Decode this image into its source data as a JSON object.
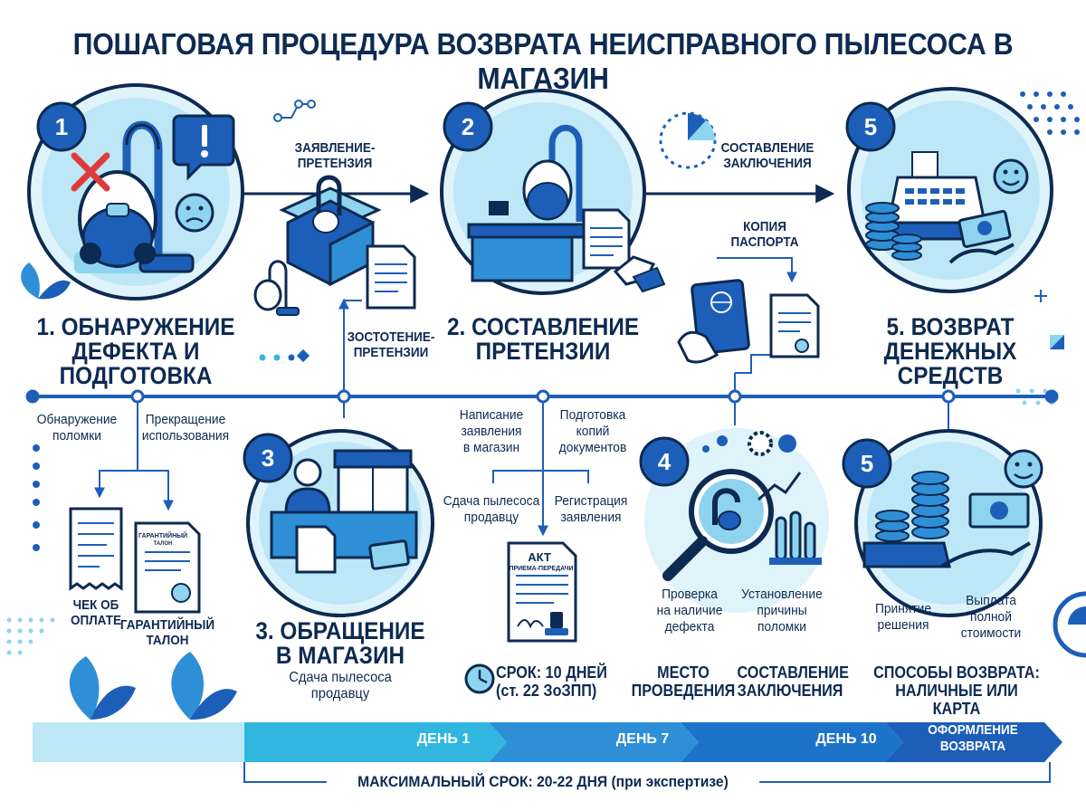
{
  "title": "ПОШАГОВАЯ ПРОЦЕДУРА ВОЗВРАТА НЕИСПРАВНОГО ПЫЛЕСОСА В МАГАЗИН",
  "colors": {
    "navy": "#0d2a52",
    "blue": "#1d5fb8",
    "light_blue": "#8fd4ee",
    "pale_blue": "#dff3fb",
    "cyan": "#31b6e0"
  },
  "steps": {
    "step1": {
      "badge": "1",
      "icon": "broken-vacuum-icon",
      "title": "1. ОБНАРУЖЕНИЕ ДЕФЕКТА И ПОДГОТОВКА",
      "title_lines": [
        "1. ОБНАРУЖЕНИЕ",
        "ДЕФЕКТА И",
        "ПОДГОТОВКА"
      ]
    },
    "step2": {
      "badge": "2",
      "icon": "claim-desk-icon",
      "title_lines": [
        "2. СОСТАВЛЕНИЕ",
        "ПРЕТЕНЗИИ"
      ]
    },
    "step3": {
      "badge": "3",
      "icon": "store-counter-icon",
      "title_lines": [
        "3. ОБРАЩЕНИЕ",
        "В МАГАЗИН"
      ],
      "subtitle_lines": [
        "Сдача пылесоса",
        "продавцу"
      ]
    },
    "step4": {
      "badge": "4",
      "icon": "expertise-magnifier-icon"
    },
    "step5_top": {
      "badge": "5",
      "icon": "cash-register-icon",
      "title_lines": [
        "5. ВОЗВРАТ",
        "ДЕНЕЖНЫХ",
        "СРЕДСТВ"
      ]
    },
    "step5_bottom": {
      "badge": "5",
      "icon": "money-hand-icon"
    }
  },
  "labels": {
    "claim_box": [
      "ЗАЯВЛЕНИЕ-",
      "ПРЕТЕНЗИЯ"
    ],
    "claim_doc": [
      "ЗОСТОТЕНИЕ-",
      "ПРЕТЕНЗИИ"
    ],
    "conclusion_top": [
      "СОСТАВЛЕНИЕ",
      "ЗАКЛЮЧЕНИЯ"
    ],
    "passport_copy": [
      "КОПИЯ",
      "ПАСПОРТА"
    ],
    "defect_found": [
      "Обнаружение",
      "поломки"
    ],
    "stop_use": [
      "Прекращение",
      "использования"
    ],
    "receipt": [
      "ЧЕК ОБ",
      "ОПЛАТЕ"
    ],
    "warranty": [
      "ГАРАНТИЙНЫЙ",
      "ТАЛОН"
    ],
    "warranty_doc_text": [
      "ГАРАНТИЙНЫЙ",
      "ТАЛОН"
    ],
    "write_claim": [
      "Написание",
      "заявления",
      "в магазин"
    ],
    "prepare_copies": [
      "Подготовка",
      "копий",
      "документов"
    ],
    "hand_over": [
      "Сдача пылесоса",
      "продавцу"
    ],
    "register_claim": [
      "Регистрация",
      "заявления"
    ],
    "act_doc": [
      "АКТ",
      "ПРИЕМА-ПЕРЕДАЧИ"
    ],
    "check_defect": [
      "Проверка",
      "на наличие",
      "дефекта"
    ],
    "find_cause": [
      "Установление",
      "причины",
      "поломки"
    ],
    "decision": [
      "Принятие",
      "решения"
    ],
    "full_payment": [
      "Выплата",
      "полной",
      "стоимости"
    ],
    "deadline": [
      "СРОК: 10 ДНЕЙ",
      "(ст. 22 ЗоЗПП)"
    ],
    "venue": [
      "МЕСТО",
      "ПРОВЕДЕНИЯ"
    ],
    "conclusion_bottom": [
      "СОСТАВЛЕНИЕ",
      "ЗАКЛЮЧЕНИЯ"
    ],
    "refund_methods": [
      "СПОСОБЫ ВОЗВРАТА:",
      "НАЛИЧНЫЕ ИЛИ КАРТА"
    ]
  },
  "timeline": {
    "day1": "ДЕНЬ 1",
    "day7": "ДЕНЬ 7",
    "day10": "ДЕНЬ 10",
    "final": [
      "ОФОРМЛЕНИЕ",
      "ВОЗВРАТА"
    ],
    "max_term": "МАКСИМАЛЬНЫЙ СРОК: 20-22 ДНЯ (при экспертизе)"
  }
}
